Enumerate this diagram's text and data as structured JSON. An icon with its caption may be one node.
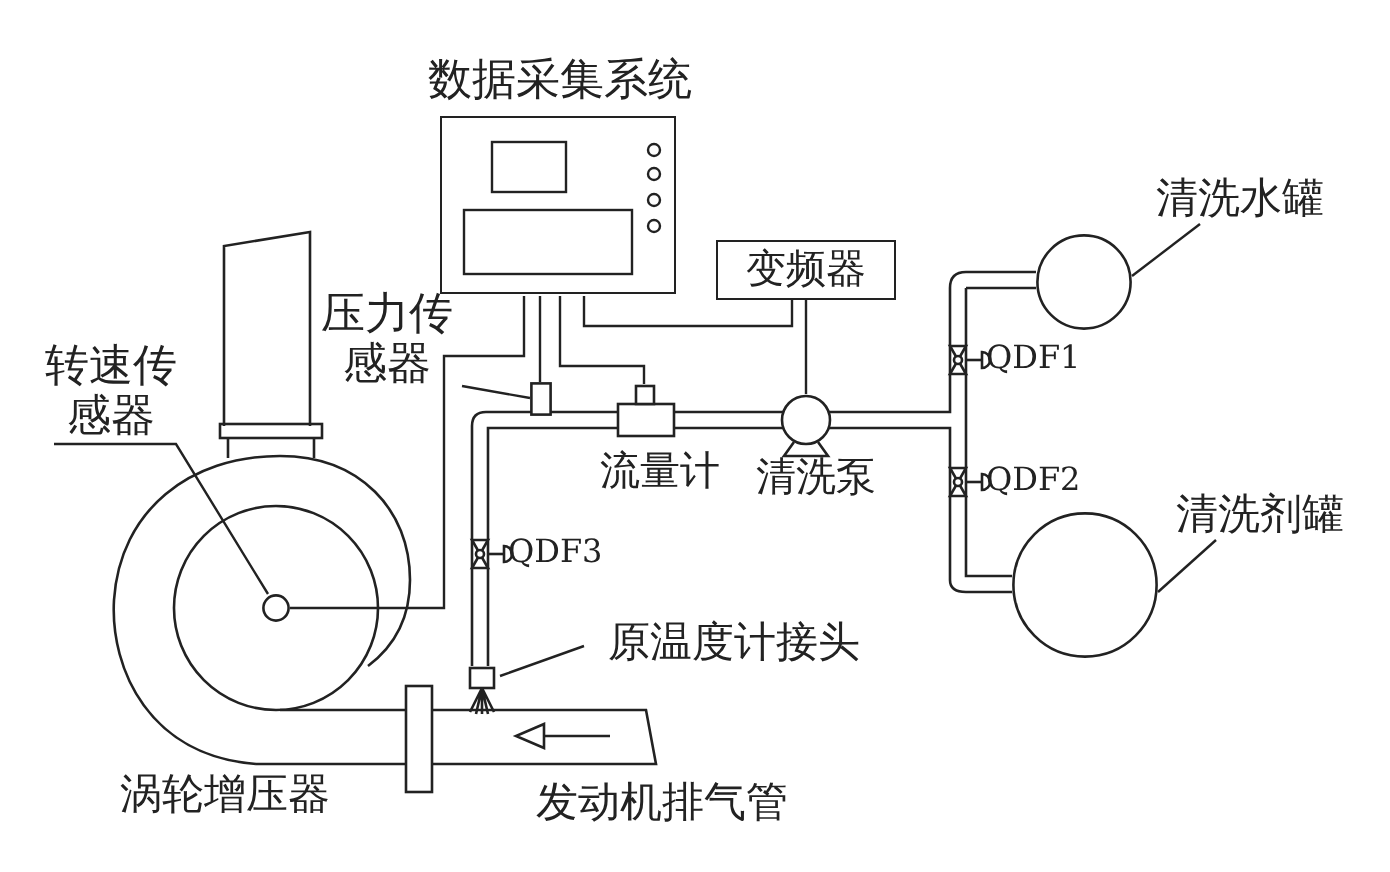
{
  "diagram": {
    "nodes": [
      {
        "text": [
          "数据采集系统"
        ]
      },
      {
        "text": [
          "变频器"
        ]
      },
      {
        "text": [
          "清洗水罐"
        ]
      },
      {
        "text": [],
        "shape": "circle"
      },
      {
        "text": [
          "转速传感器"
        ]
      },
      {
        "text": [
          "压力传感器"
        ]
      },
      {
        "text": [],
        "shape": "box"
      },
      {
        "text": [],
        "shape": "box",
        "beside": [
          "流量计"
        ]
      },
      {
        "text": [],
        "shape": "circle",
        "beside": [
          "清洗泵"
        ]
      },
      {
        "text": [
          "清洗剂罐"
        ]
      },
      {
        "text": [],
        "shape": "circle"
      },
      {
        "text": [],
        "shape": "circle"
      },
      {
        "text": [
          "原温度计接头"
        ]
      },
      {
        "text": [],
        "shape": "box"
      }
    ],
    "edges": [
      {
        "from": 0,
        "to": 1,
        "arrow": "none"
      },
      {
        "from": 0,
        "to": 6,
        "arrow": "none"
      },
      {
        "from": 0,
        "to": 7,
        "arrow": "none"
      },
      {
        "from": 0,
        "to": 11,
        "arrow": "none"
      },
      {
        "from": 1,
        "to": 8,
        "arrow": "none"
      },
      {
        "from": 2,
        "to": 3,
        "arrow": "none"
      },
      {
        "from": 4,
        "to": 11,
        "arrow": "none"
      },
      {
        "from": 5,
        "to": 6,
        "arrow": "none"
      },
      {
        "from": 9,
        "to": 10,
        "arrow": "none"
      },
      {
        "from": 12,
        "to": 13,
        "arrow": "none"
      }
    ],
    "labels": [
      "QDF1",
      "QDF2",
      "QDF3",
      "涡轮增压器",
      "发动机排气管"
    ]
  }
}
